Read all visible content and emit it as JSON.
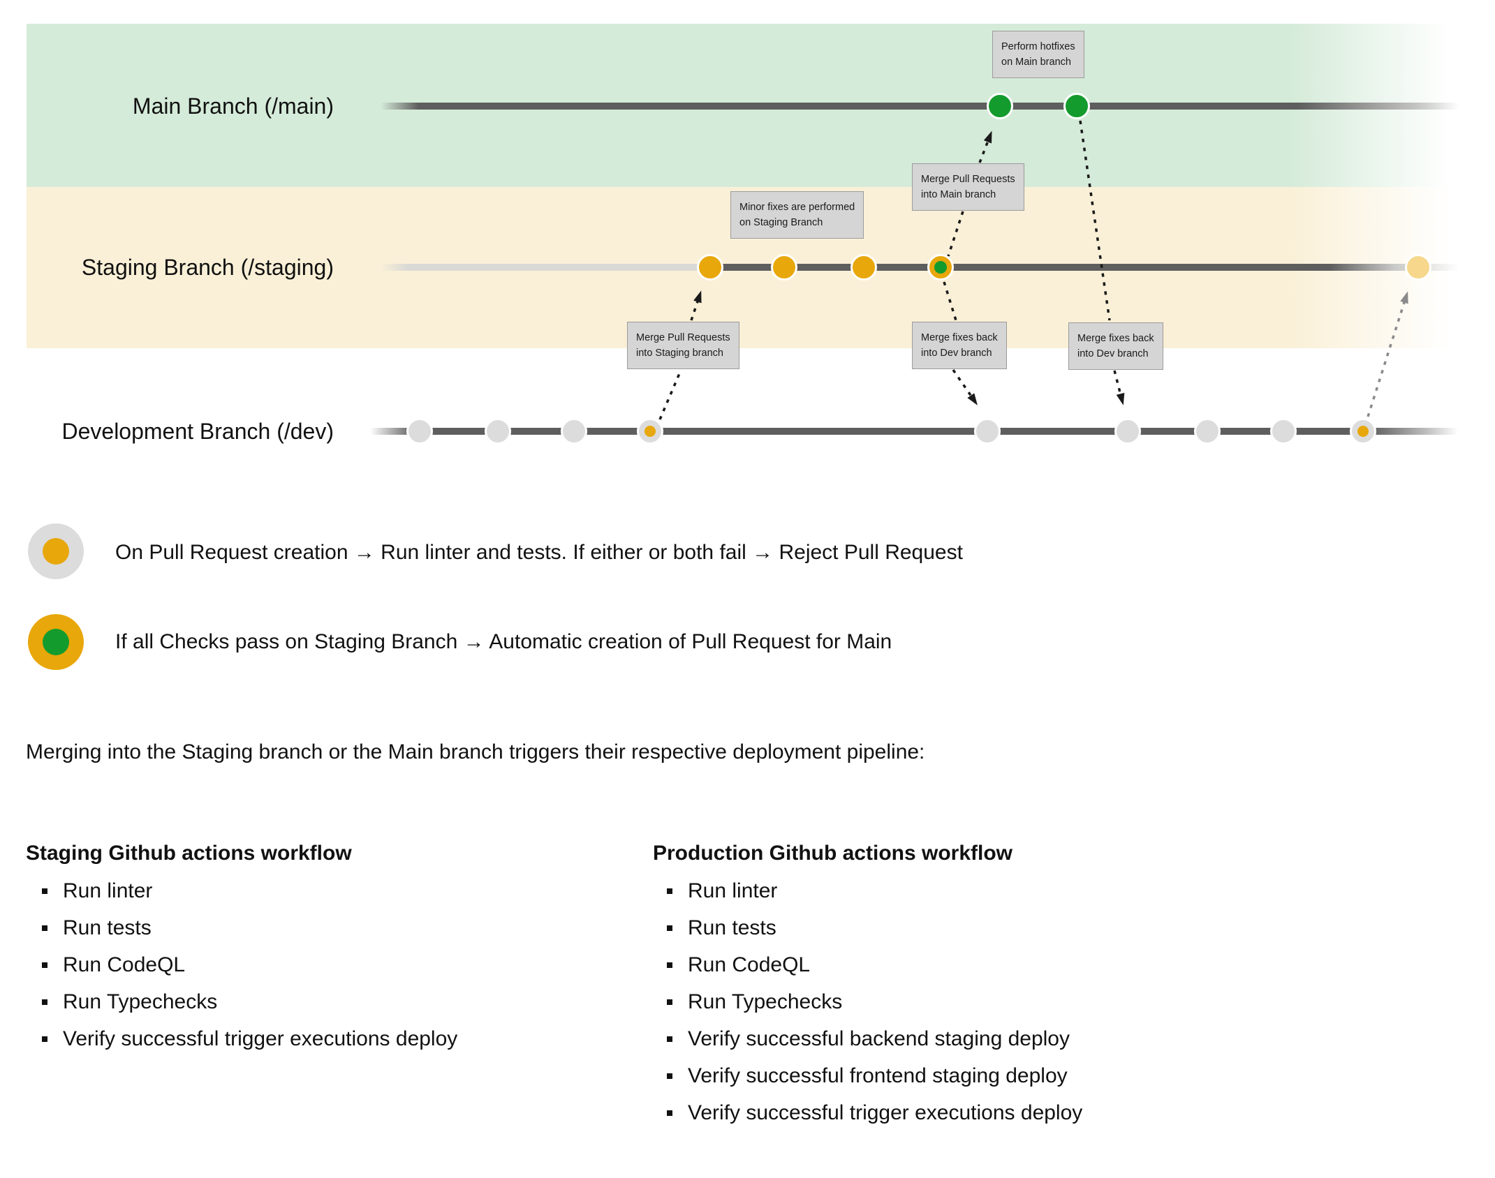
{
  "diagram": {
    "branch_rows": [
      {
        "label": "Main Branch (/main)"
      },
      {
        "label": "Staging Branch (/staging)"
      },
      {
        "label": "Development Branch (/dev)"
      }
    ],
    "annotations": {
      "perform_hotfixes": {
        "line1": "Perform hotfixes",
        "line2": "on Main branch"
      },
      "merge_pr_main": {
        "line1": "Merge Pull Requests",
        "line2": "into Main branch"
      },
      "minor_fixes": {
        "line1": "Minor fixes are performed",
        "line2": "on Staging Branch"
      },
      "merge_pr_staging": {
        "line1": "Merge Pull Requests",
        "line2": "into Staging branch"
      },
      "merge_fixes_dev_1": {
        "line1": "Merge fixes back",
        "line2": "into Dev branch"
      },
      "merge_fixes_dev_2": {
        "line1": "Merge fixes back",
        "line2": "into Dev branch"
      }
    },
    "colors": {
      "main_band": "#d5ebd9",
      "staging_band": "#faf0d7",
      "commit_green": "#149b2d",
      "commit_orange": "#e8a70a",
      "commit_orange_faded": "#f6d78c",
      "commit_gray": "#dcdcdc",
      "timeline_dark": "#5e5e5e",
      "timeline_light": "#d9d9d6",
      "note_background": "#d5d5d5"
    }
  },
  "legend": {
    "items": [
      {
        "text": "On Pull Request creation → Run linter and tests. If either or both fail → Reject Pull Request"
      },
      {
        "text": "If all Checks pass on Staging Branch → Automatic creation of Pull Request for Main"
      }
    ]
  },
  "pipeline_note": "Merging into the Staging branch or the Main branch triggers their respective deployment pipeline:",
  "workflows": {
    "staging": {
      "title": "Staging Github actions workflow",
      "items": [
        "Run linter",
        "Run tests",
        "Run CodeQL",
        "Run Typechecks",
        "Verify successful trigger executions deploy"
      ]
    },
    "production": {
      "title": "Production Github actions workflow",
      "items": [
        "Run linter",
        "Run tests",
        "Run CodeQL",
        "Run Typechecks",
        "Verify successful backend staging deploy",
        "Verify successful frontend staging deploy",
        "Verify successful trigger executions deploy"
      ]
    }
  }
}
